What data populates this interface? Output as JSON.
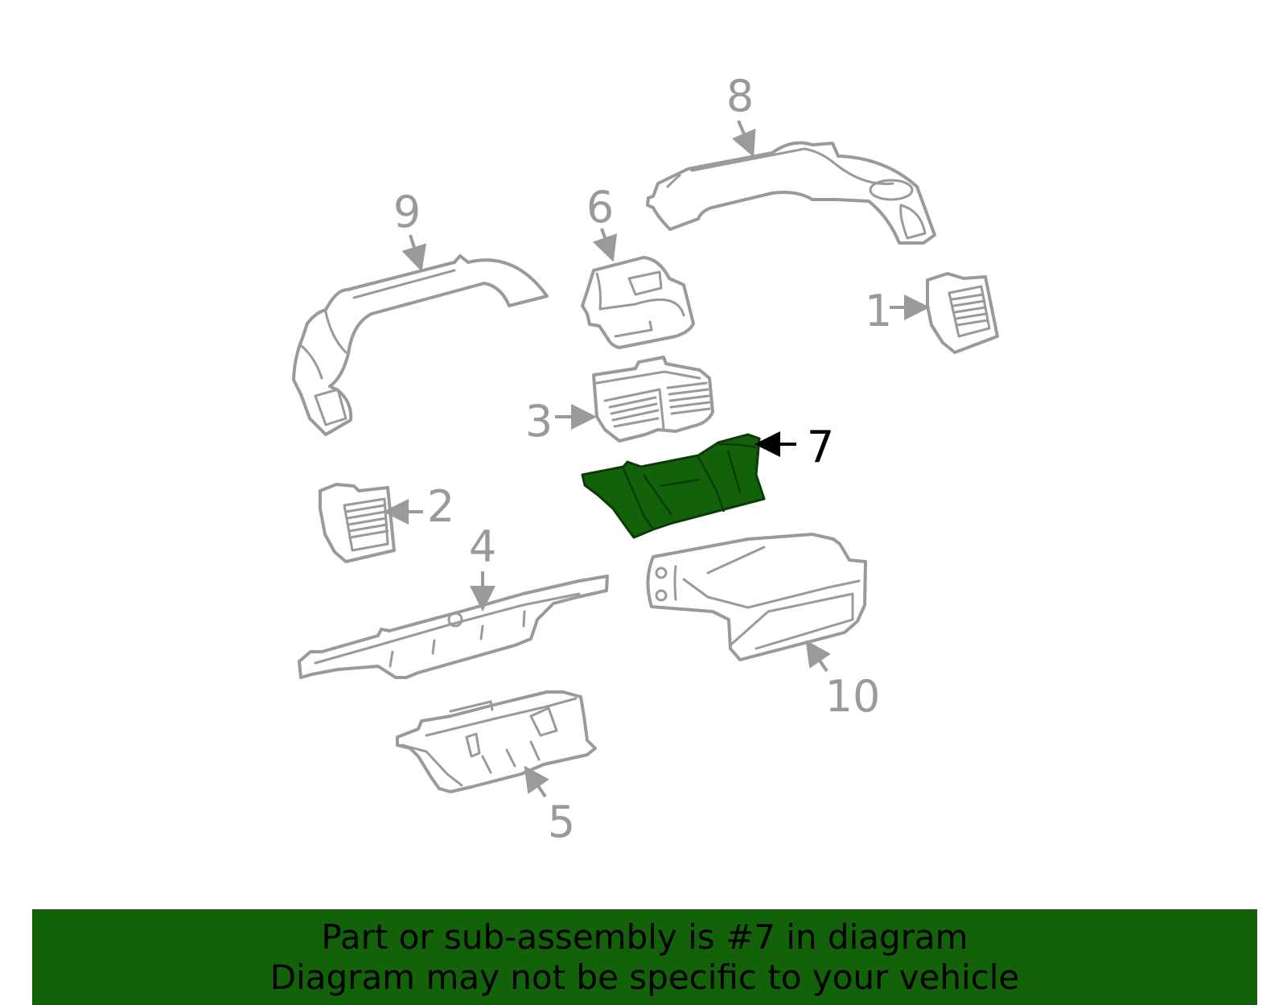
{
  "diagram": {
    "callouts": [
      {
        "id": "1",
        "label": "1"
      },
      {
        "id": "2",
        "label": "2"
      },
      {
        "id": "3",
        "label": "3"
      },
      {
        "id": "4",
        "label": "4"
      },
      {
        "id": "5",
        "label": "5"
      },
      {
        "id": "6",
        "label": "6"
      },
      {
        "id": "7",
        "label": "7"
      },
      {
        "id": "8",
        "label": "8"
      },
      {
        "id": "9",
        "label": "9"
      },
      {
        "id": "10",
        "label": "10"
      }
    ],
    "highlighted_part": "7",
    "colors": {
      "part_outline": "#9a9a9a",
      "highlight_fill": "#136109",
      "banner_background": "#136109",
      "active_callout": "#000000"
    }
  },
  "banner": {
    "line1": "Part or sub-assembly is #7 in diagram",
    "line2": "Diagram may not be specific to your vehicle"
  }
}
